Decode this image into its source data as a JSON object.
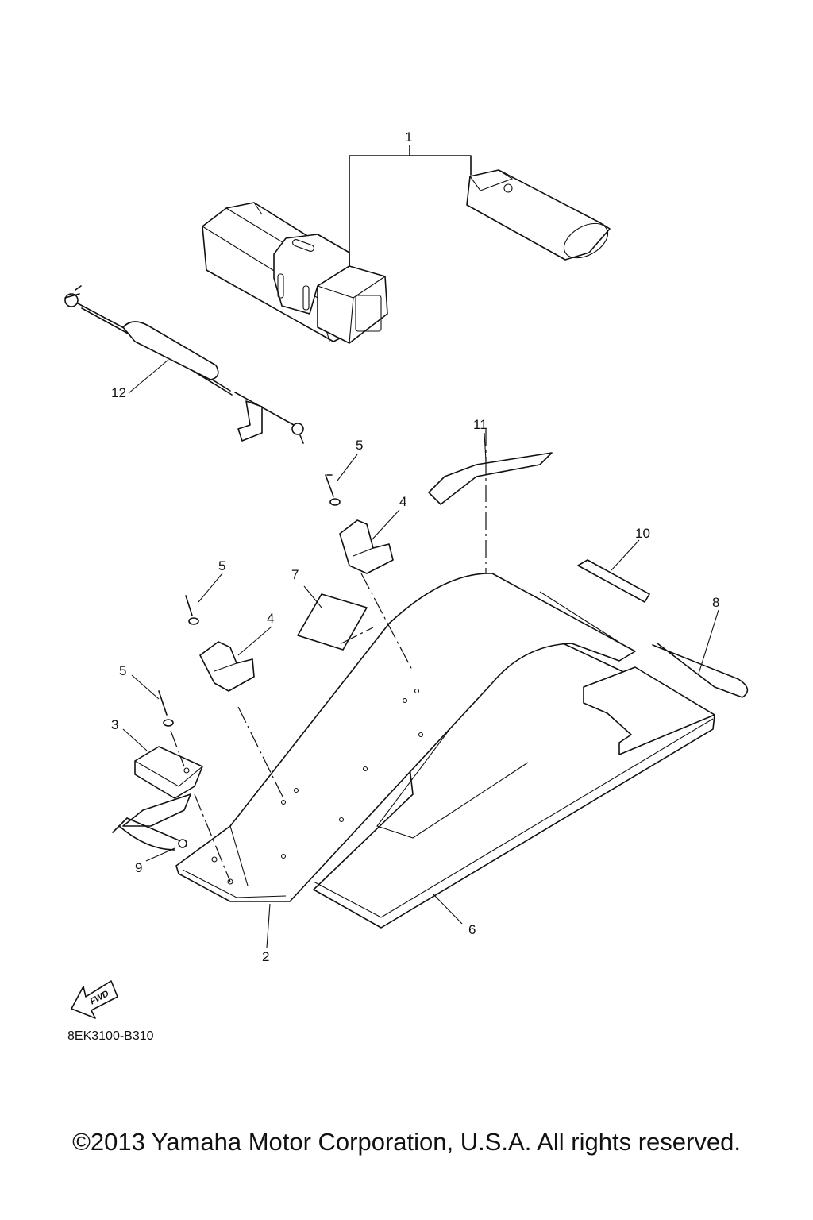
{
  "callouts": {
    "c1": "1",
    "c2": "2",
    "c3": "3",
    "c4a": "4",
    "c4b": "4",
    "c5a": "5",
    "c5b": "5",
    "c5c": "5",
    "c6": "6",
    "c7": "7",
    "c8": "8",
    "c9": "9",
    "c10": "10",
    "c11": "11",
    "c12": "12"
  },
  "fwd_label": "FWD",
  "diagram_code": "8EK3100-B310",
  "copyright": "©2013 Yamaha Motor Corporation, U.S.A. All rights reserved."
}
